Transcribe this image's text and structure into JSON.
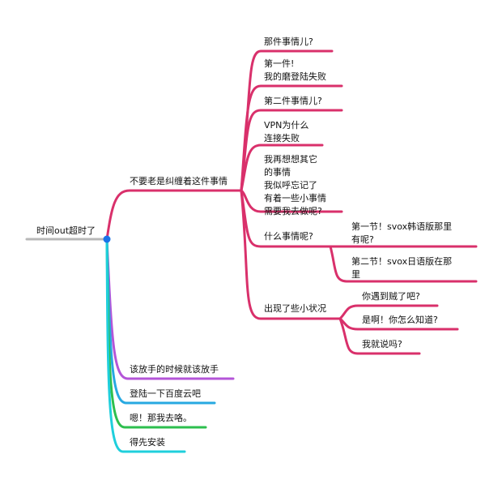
{
  "colors": {
    "root_line": "#b8b8b8",
    "hub": "#1a73e8",
    "pink": "#d9306b",
    "purple": "#b455d8",
    "blue": "#27a9e1",
    "green": "#2dbf4e",
    "cyan": "#1fcfdc"
  },
  "root": {
    "label": "时间out超时了"
  },
  "branch_main": {
    "label": "不要老是纠缠着这件事情",
    "children": [
      {
        "lines": [
          "那件事情儿?"
        ]
      },
      {
        "lines": [
          "第一件!",
          "我的磨登陆失败"
        ]
      },
      {
        "lines": [
          "第二件事情儿?"
        ]
      },
      {
        "lines": [
          "VPN为什么",
          "连接失败"
        ]
      },
      {
        "lines": [
          "我再想想其它",
          "的事情",
          "我似呼忘记了",
          "有着一些小事情",
          "需要我去做呢?"
        ]
      },
      {
        "lines": [
          "什么事情呢?"
        ],
        "children": [
          {
            "lines": [
              "第一节！svox韩语版那里",
              "有呢?"
            ]
          },
          {
            "lines": [
              "第二节！svox日语版在那",
              "里"
            ]
          }
        ]
      },
      {
        "lines": [
          "出现了些小状况"
        ],
        "children": [
          {
            "lines": [
              "你遇到贼了吧?"
            ]
          },
          {
            "lines": [
              "是啊！你怎么知道?"
            ]
          },
          {
            "lines": [
              "我就说吗?"
            ]
          }
        ]
      }
    ]
  },
  "branches_bottom": [
    {
      "label": "该放手的时候就该放手"
    },
    {
      "label": "登陆一下百度云吧"
    },
    {
      "label": "嗯！那我去咯。"
    },
    {
      "label": "得先安装"
    }
  ]
}
